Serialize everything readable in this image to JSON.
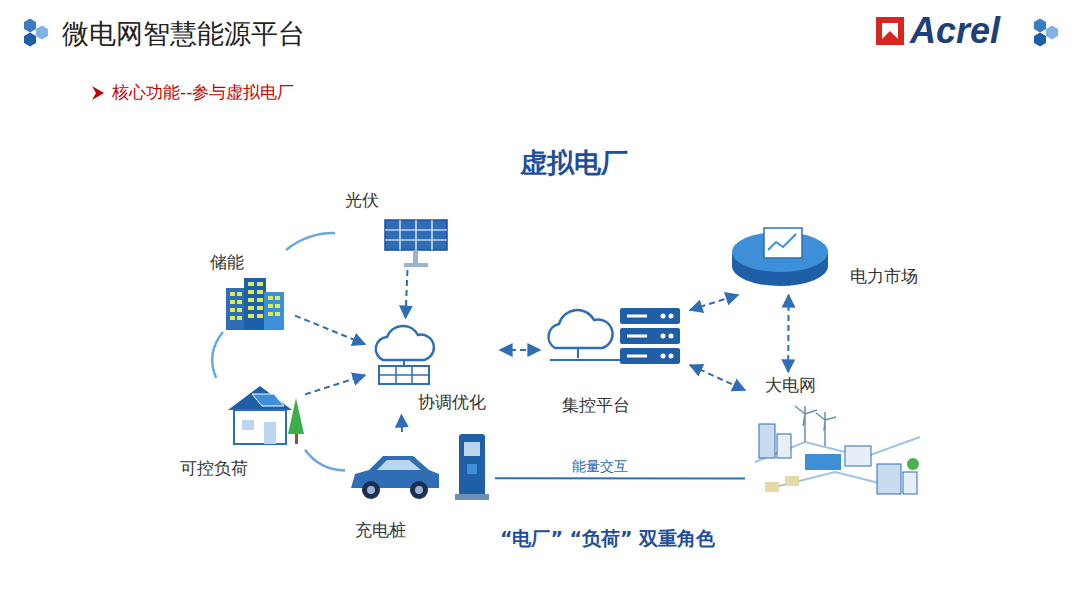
{
  "diagram": {
    "title": "微电网智慧能源平台",
    "nodes": [
      {
        "text": [
          "光伏"
        ]
      },
      {
        "text": [
          "储能"
        ]
      },
      {
        "text": [
          "协调优化"
        ]
      },
      {
        "text": [
          "集控平台"
        ]
      },
      {
        "text": [
          "电力市场"
        ]
      },
      {
        "text": [
          "大电网"
        ]
      },
      {
        "text": [
          "可控负荷"
        ]
      },
      {
        "text": [
          "充电桩"
        ]
      }
    ],
    "edges": [
      {
        "from": 0,
        "to": 2,
        "arrow": "to"
      },
      {
        "from": 1,
        "to": 2,
        "arrow": "to"
      },
      {
        "from": 6,
        "to": 2,
        "arrow": "to"
      },
      {
        "from": 7,
        "to": 2,
        "arrow": "to"
      },
      {
        "from": 2,
        "to": 3,
        "arrow": "both"
      },
      {
        "from": 3,
        "to": 4,
        "arrow": "both"
      },
      {
        "from": 3,
        "to": 5,
        "arrow": "both"
      },
      {
        "from": 4,
        "to": 5,
        "arrow": "both"
      },
      {
        "from": 7,
        "to": 5,
        "label": "能量交互",
        "arrow": "none"
      },
      {
        "from": 1,
        "to": 0,
        "arrow": "none"
      },
      {
        "from": 1,
        "to": 6,
        "arrow": "none"
      },
      {
        "from": 6,
        "to": 7,
        "arrow": "none"
      }
    ],
    "labels": [
      "核心功能--参与虚拟电厂",
      "Acrel",
      "虚拟电厂",
      "“电厂” “负荷” 双重角色"
    ]
  }
}
